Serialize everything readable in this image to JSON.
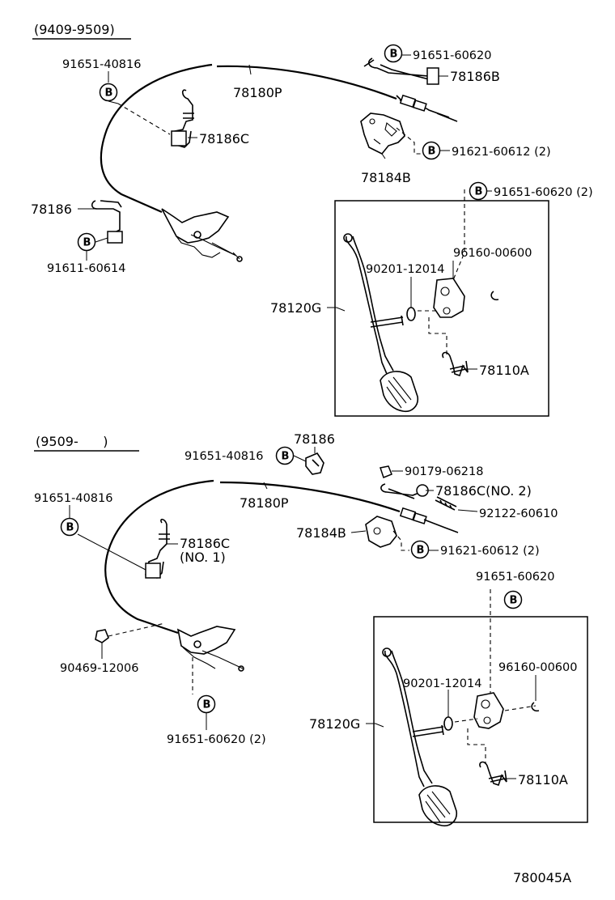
{
  "sections": [
    {
      "range": "(9409-9509)",
      "parts": {
        "p1": "91651-40816",
        "p2": "78180P",
        "p3": "91651-60620",
        "p4": "78186B",
        "p5": "78186C",
        "p6": "91621-60612 (2)",
        "p7": "78184B",
        "p8": "91651-60620 (2)",
        "p9": "78186",
        "p10": "91611-60614",
        "p11": "96160-00600",
        "p12": "90201-12014",
        "p13": "78120G",
        "p14": "78110A"
      }
    },
    {
      "range": "(9509-      )",
      "parts": {
        "p1": "78186",
        "p2": "91651-40816",
        "p3": "90179-06218",
        "p4": "78186C(NO. 2)",
        "p5": "91651-40816",
        "p6": "78180P",
        "p7": "92122-60610",
        "p8": "78186C",
        "p9": "(NO. 1)",
        "p10": "78184B",
        "p11": "91621-60612 (2)",
        "p12": "91651-60620",
        "p13": "90469-12006",
        "p14": "96160-00600",
        "p15": "90201-12014",
        "p16": "78120G",
        "p17": "91651-60620 (2)",
        "p18": "78110A"
      }
    }
  ],
  "marker": "B",
  "figure_code": "780045A"
}
